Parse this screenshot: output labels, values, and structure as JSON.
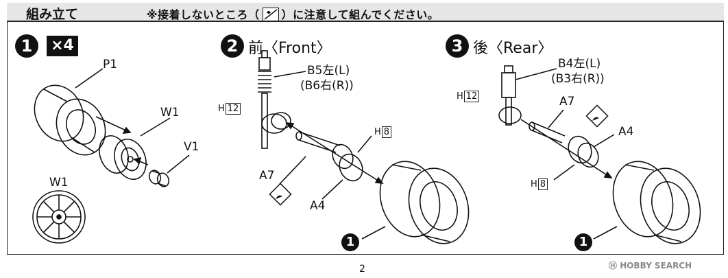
{
  "header": {
    "title": "組み立て",
    "note_prefix": "※接着しないところ（",
    "note_suffix": "）に注意して組んでください。"
  },
  "steps": [
    {
      "number": "1",
      "multiplier": "×4",
      "labels": {
        "p1": "P1",
        "w1": "W1",
        "v1": "V1",
        "w1_detail": "W1"
      }
    },
    {
      "number": "2",
      "title": "前〈Front〉",
      "labels": {
        "b5": "B5左(L)",
        "b6": "(B6右(R))",
        "a7": "A7",
        "a4": "A4",
        "h12_prefix": "H",
        "h12_num": "12",
        "h8_prefix": "H",
        "h8_num": "8",
        "ref": "1"
      }
    },
    {
      "number": "3",
      "title": "後〈Rear〉",
      "labels": {
        "b4": "B4左(L)",
        "b3": "(B3右(R))",
        "a7": "A7",
        "a4": "A4",
        "h12_prefix": "H",
        "h12_num": "12",
        "h8_prefix": "H",
        "h8_num": "8",
        "ref": "1"
      }
    }
  ],
  "page_number": "2",
  "watermark": "HOBBY SEARCH",
  "icons": [
    "no-glue-icon",
    "tire-icon",
    "wheel-icon",
    "valve-icon",
    "axle-icon",
    "shock-icon"
  ]
}
